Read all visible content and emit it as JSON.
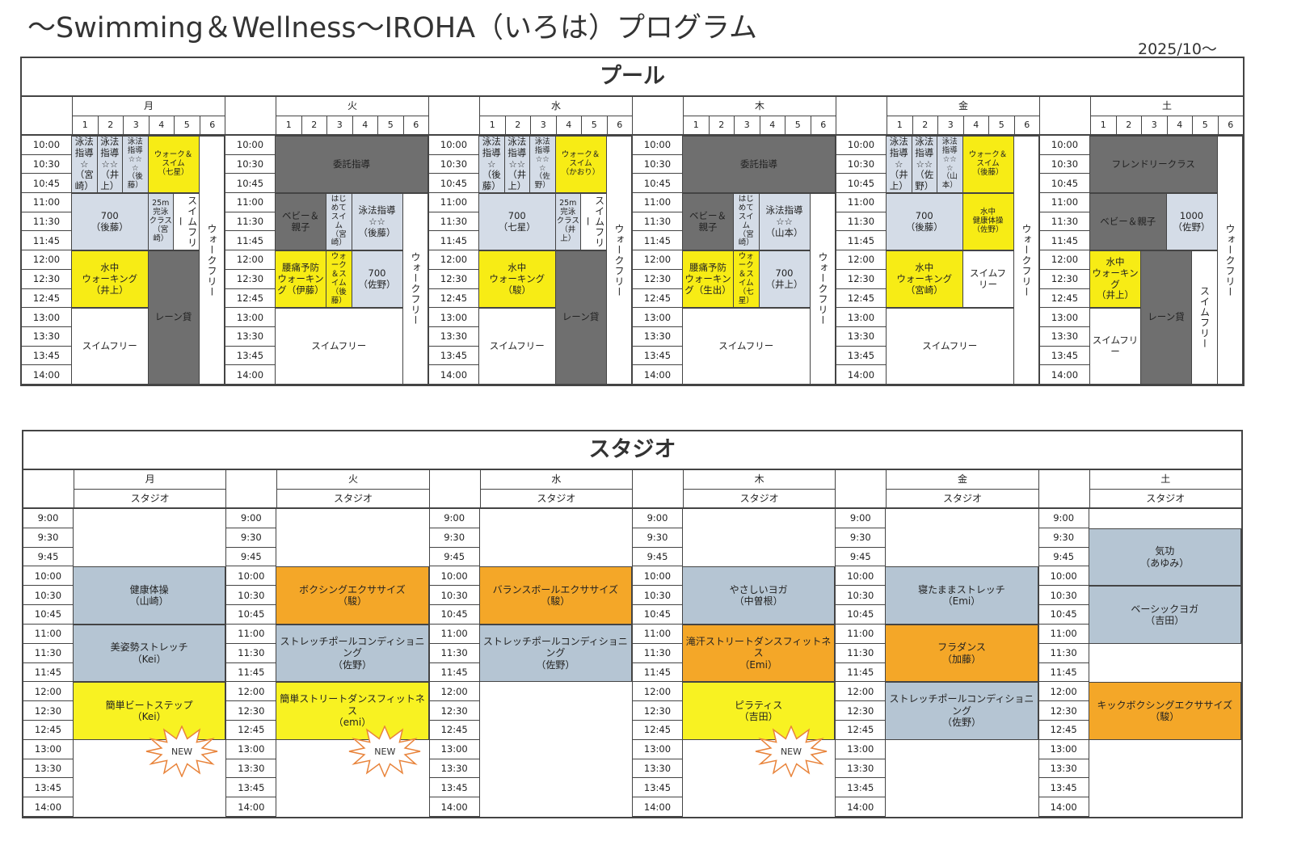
{
  "title": "～Swimming＆Wellness～IROHA（いろは）プログラム",
  "date": "2025/10～",
  "colors": {
    "blue": "#d4dce7",
    "yellow": "#f7ec15",
    "dark": "#6f6f6f",
    "white": "#ffffff",
    "sblue": "#b5c5d3",
    "orange": "#f4a728",
    "syellow": "#f8f222",
    "star": "#e8833a"
  },
  "pool": {
    "title": "プール",
    "lane_labels": [
      "1",
      "2",
      "3",
      "4",
      "5",
      "6"
    ],
    "times": [
      "10:00",
      "10:30",
      "10:45",
      "11:00",
      "11:30",
      "11:45",
      "12:00",
      "12:30",
      "12:45",
      "13:00",
      "13:30",
      "13:45",
      "14:00"
    ],
    "days": [
      {
        "name": "月",
        "blocks": [
          {
            "text": "泳法\n指導\n☆\n（宮\n崎）",
            "lanes": [
              1,
              1
            ],
            "from": "10:00",
            "to": "11:00",
            "color": "blue"
          },
          {
            "text": "泳法\n指導\n☆☆\n（井\n上）",
            "lanes": [
              2,
              2
            ],
            "from": "10:00",
            "to": "11:00",
            "color": "blue"
          },
          {
            "text": "泳法\n指導\n☆☆\n☆\n（後\n藤）",
            "lanes": [
              3,
              3
            ],
            "from": "10:00",
            "to": "11:00",
            "color": "blue",
            "small": true
          },
          {
            "text": "ウォーク＆\nスイム\n（七星）",
            "lanes": [
              4,
              5
            ],
            "from": "10:00",
            "to": "11:00",
            "color": "yellow",
            "small": true
          },
          {
            "text": "700\n（後藤）",
            "lanes": [
              1,
              3
            ],
            "from": "11:00",
            "to": "12:00",
            "color": "blue"
          },
          {
            "text": "25m\n完泳\nクラス\n（宮崎）",
            "lanes": [
              4,
              4
            ],
            "from": "11:00",
            "to": "12:00",
            "color": "blue",
            "small": true
          },
          {
            "text": "スイムフリー",
            "lanes": [
              5,
              5
            ],
            "from": "11:00",
            "to": "12:00",
            "color": "white",
            "vertical": true
          },
          {
            "text": "水中\nウォーキング\n（井上）",
            "lanes": [
              1,
              3
            ],
            "from": "12:00",
            "to": "13:00",
            "color": "yellow"
          },
          {
            "text": "レーン貸",
            "lanes": [
              4,
              5
            ],
            "from": "12:00",
            "to": "end",
            "color": "dark"
          },
          {
            "text": "スイムフリー",
            "lanes": [
              1,
              3
            ],
            "from": "13:00",
            "to": "end",
            "color": "white"
          },
          {
            "text": "ウォークフリー",
            "lanes": [
              6,
              6
            ],
            "from": "10:00",
            "to": "end",
            "color": "white",
            "vertical": true
          }
        ]
      },
      {
        "name": "火",
        "blocks": [
          {
            "text": "委託指導",
            "lanes": [
              1,
              6
            ],
            "from": "10:00",
            "to": "11:00",
            "color": "dark"
          },
          {
            "text": "ベビー＆\n親子",
            "lanes": [
              1,
              2
            ],
            "from": "11:00",
            "to": "12:00",
            "color": "dark"
          },
          {
            "text": "はじ\nめて\nスイ\nム\n（宮崎）",
            "lanes": [
              3,
              3
            ],
            "from": "11:00",
            "to": "12:00",
            "color": "blue",
            "small": true
          },
          {
            "text": "泳法指導\n☆☆\n（後藤）",
            "lanes": [
              4,
              5
            ],
            "from": "11:00",
            "to": "12:00",
            "color": "blue"
          },
          {
            "text": "腰痛予防\nウォーキン\nグ（伊藤）",
            "lanes": [
              1,
              2
            ],
            "from": "12:00",
            "to": "13:00",
            "color": "yellow"
          },
          {
            "text": "ウォ\nーク\n＆ス\nイム\n（後藤）",
            "lanes": [
              3,
              3
            ],
            "from": "12:00",
            "to": "13:00",
            "color": "yellow",
            "small": true
          },
          {
            "text": "700\n（佐野）",
            "lanes": [
              4,
              5
            ],
            "from": "12:00",
            "to": "13:00",
            "color": "blue"
          },
          {
            "text": "スイムフリー",
            "lanes": [
              1,
              5
            ],
            "from": "13:00",
            "to": "end",
            "color": "white"
          },
          {
            "text": "ウォークフリー",
            "lanes": [
              6,
              6
            ],
            "from": "11:00",
            "to": "end",
            "color": "white",
            "vertical": true
          }
        ]
      },
      {
        "name": "水",
        "blocks": [
          {
            "text": "泳法\n指導\n☆\n（後\n藤）",
            "lanes": [
              1,
              1
            ],
            "from": "10:00",
            "to": "11:00",
            "color": "blue"
          },
          {
            "text": "泳法\n指導\n☆☆\n（井\n上）",
            "lanes": [
              2,
              2
            ],
            "from": "10:00",
            "to": "11:00",
            "color": "blue"
          },
          {
            "text": "泳法\n指導\n☆☆\n☆\n（佐\n野）",
            "lanes": [
              3,
              3
            ],
            "from": "10:00",
            "to": "11:00",
            "color": "blue",
            "small": true
          },
          {
            "text": "ウォーク＆\nスイム\n（かおり）",
            "lanes": [
              4,
              5
            ],
            "from": "10:00",
            "to": "11:00",
            "color": "yellow",
            "small": true
          },
          {
            "text": "700\n（七星）",
            "lanes": [
              1,
              3
            ],
            "from": "11:00",
            "to": "12:00",
            "color": "blue"
          },
          {
            "text": "25m\n完泳\nクラス\n（井上）",
            "lanes": [
              4,
              4
            ],
            "from": "11:00",
            "to": "12:00",
            "color": "blue",
            "small": true
          },
          {
            "text": "スイムフリー",
            "lanes": [
              5,
              5
            ],
            "from": "11:00",
            "to": "12:00",
            "color": "white",
            "vertical": true
          },
          {
            "text": "水中\nウォーキング\n（駿）",
            "lanes": [
              1,
              3
            ],
            "from": "12:00",
            "to": "13:00",
            "color": "yellow"
          },
          {
            "text": "レーン貸",
            "lanes": [
              4,
              5
            ],
            "from": "12:00",
            "to": "end",
            "color": "dark"
          },
          {
            "text": "スイムフリー",
            "lanes": [
              1,
              3
            ],
            "from": "13:00",
            "to": "end",
            "color": "white"
          },
          {
            "text": "ウォークフリー",
            "lanes": [
              6,
              6
            ],
            "from": "10:00",
            "to": "end",
            "color": "white",
            "vertical": true
          }
        ]
      },
      {
        "name": "木",
        "blocks": [
          {
            "text": "委託指導",
            "lanes": [
              1,
              6
            ],
            "from": "10:00",
            "to": "11:00",
            "color": "dark"
          },
          {
            "text": "ベビー＆\n親子",
            "lanes": [
              1,
              2
            ],
            "from": "11:00",
            "to": "12:00",
            "color": "dark"
          },
          {
            "text": "はじ\nめて\nスイ\nム\n（宮崎）",
            "lanes": [
              3,
              3
            ],
            "from": "11:00",
            "to": "12:00",
            "color": "blue",
            "small": true
          },
          {
            "text": "泳法指導\n☆☆\n（山本）",
            "lanes": [
              4,
              5
            ],
            "from": "11:00",
            "to": "12:00",
            "color": "blue"
          },
          {
            "text": "腰痛予防\nウォーキン\nグ（生出）",
            "lanes": [
              1,
              2
            ],
            "from": "12:00",
            "to": "13:00",
            "color": "yellow"
          },
          {
            "text": "ウォ\nーク\n＆ス\nイム\n（七星）",
            "lanes": [
              3,
              3
            ],
            "from": "12:00",
            "to": "13:00",
            "color": "yellow",
            "small": true
          },
          {
            "text": "700\n（井上）",
            "lanes": [
              4,
              5
            ],
            "from": "12:00",
            "to": "13:00",
            "color": "blue"
          },
          {
            "text": "スイムフリー",
            "lanes": [
              1,
              5
            ],
            "from": "13:00",
            "to": "end",
            "color": "white"
          },
          {
            "text": "ウォークフリー",
            "lanes": [
              6,
              6
            ],
            "from": "11:00",
            "to": "end",
            "color": "white",
            "vertical": true
          }
        ]
      },
      {
        "name": "金",
        "blocks": [
          {
            "text": "泳法\n指導\n☆\n（井\n上）",
            "lanes": [
              1,
              1
            ],
            "from": "10:00",
            "to": "11:00",
            "color": "blue"
          },
          {
            "text": "泳法\n指導\n☆☆\n（佐\n野）",
            "lanes": [
              2,
              2
            ],
            "from": "10:00",
            "to": "11:00",
            "color": "blue"
          },
          {
            "text": "泳法\n指導\n☆☆\n☆\n（山\n本）",
            "lanes": [
              3,
              3
            ],
            "from": "10:00",
            "to": "11:00",
            "color": "blue",
            "small": true
          },
          {
            "text": "ウォーク＆\nスイム\n（後藤）",
            "lanes": [
              4,
              5
            ],
            "from": "10:00",
            "to": "11:00",
            "color": "yellow",
            "small": true
          },
          {
            "text": "700\n（後藤）",
            "lanes": [
              1,
              3
            ],
            "from": "11:00",
            "to": "12:00",
            "color": "blue"
          },
          {
            "text": "水中\n健康体操\n（佐野）",
            "lanes": [
              4,
              5
            ],
            "from": "11:00",
            "to": "12:00",
            "color": "yellow",
            "small": true
          },
          {
            "text": "水中\nウォーキング\n（宮崎）",
            "lanes": [
              1,
              3
            ],
            "from": "12:00",
            "to": "13:00",
            "color": "yellow"
          },
          {
            "text": "スイムフ\nリー",
            "lanes": [
              4,
              5
            ],
            "from": "12:00",
            "to": "13:00",
            "color": "white"
          },
          {
            "text": "スイムフリー",
            "lanes": [
              1,
              5
            ],
            "from": "13:00",
            "to": "end",
            "color": "white"
          },
          {
            "text": "ウォークフリー",
            "lanes": [
              6,
              6
            ],
            "from": "10:00",
            "to": "end",
            "color": "white",
            "vertical": true
          }
        ]
      },
      {
        "name": "土",
        "blocks": [
          {
            "text": "フレンドリークラス",
            "lanes": [
              1,
              5
            ],
            "from": "10:00",
            "to": "11:00",
            "color": "dark"
          },
          {
            "text": "ベビー＆親子",
            "lanes": [
              1,
              3
            ],
            "from": "11:00",
            "to": "12:00",
            "color": "dark"
          },
          {
            "text": "1000\n（佐野）",
            "lanes": [
              4,
              5
            ],
            "from": "11:00",
            "to": "12:00",
            "color": "blue"
          },
          {
            "text": "水中\nウォーキン\nグ\n（井上）",
            "lanes": [
              1,
              2
            ],
            "from": "12:00",
            "to": "13:00",
            "color": "yellow"
          },
          {
            "text": "レーン貸",
            "lanes": [
              3,
              4
            ],
            "from": "12:00",
            "to": "end",
            "color": "dark"
          },
          {
            "text": "スイムフリー",
            "lanes": [
              5,
              5
            ],
            "from": "12:00",
            "to": "end",
            "color": "white",
            "vertical": true
          },
          {
            "text": "スイムフリー",
            "lanes": [
              1,
              2
            ],
            "from": "13:00",
            "to": "end",
            "color": "white"
          },
          {
            "text": "ウォークフリー",
            "lanes": [
              6,
              6
            ],
            "from": "10:00",
            "to": "end",
            "color": "white",
            "vertical": true
          }
        ]
      }
    ]
  },
  "studio": {
    "title": "スタジオ",
    "room_label": "スタジオ",
    "new_label": "NEW",
    "times": [
      "9:00",
      "9:30",
      "9:45",
      "10:00",
      "10:30",
      "10:45",
      "11:00",
      "11:30",
      "11:45",
      "12:00",
      "12:30",
      "12:45",
      "13:00",
      "13:30",
      "13:45",
      "14:00"
    ],
    "days": [
      {
        "name": "月",
        "new": true,
        "blocks": [
          {
            "text": "健康体操\n（山崎）",
            "from": "10:00",
            "to": "11:00",
            "color": "sblue"
          },
          {
            "text": "美姿勢ストレッチ\n（Kei）",
            "from": "11:00",
            "to": "12:00",
            "color": "sblue"
          },
          {
            "text": "簡単ビートステップ\n（Kei）",
            "from": "12:00",
            "to": "13:00",
            "color": "syellow"
          }
        ]
      },
      {
        "name": "火",
        "new": true,
        "blocks": [
          {
            "text": "ボクシングエクササイズ\n（駿）",
            "from": "10:00",
            "to": "11:00",
            "color": "orange"
          },
          {
            "text": "ストレッチポールコンディショニング\n（佐野）",
            "from": "11:00",
            "to": "12:00",
            "color": "sblue"
          },
          {
            "text": "簡単ストリートダンスフィットネス\n（emi）",
            "from": "12:00",
            "to": "13:00",
            "color": "syellow"
          }
        ]
      },
      {
        "name": "水",
        "new": false,
        "blocks": [
          {
            "text": "バランスボールエクササイズ\n（駿）",
            "from": "10:00",
            "to": "11:00",
            "color": "orange"
          },
          {
            "text": "ストレッチポールコンディショニング\n（佐野）",
            "from": "11:00",
            "to": "12:00",
            "color": "sblue"
          }
        ]
      },
      {
        "name": "木",
        "new": true,
        "blocks": [
          {
            "text": "やさしいヨガ\n（中曽根）",
            "from": "10:00",
            "to": "11:00",
            "color": "sblue"
          },
          {
            "text": "滝汗ストリートダンスフィットネス\n（Emi）",
            "from": "11:00",
            "to": "12:00",
            "color": "orange"
          },
          {
            "text": "ピラティス\n（吉田）",
            "from": "12:00",
            "to": "13:00",
            "color": "syellow"
          }
        ]
      },
      {
        "name": "金",
        "new": false,
        "blocks": [
          {
            "text": "寝たままストレッチ\n（Emi）",
            "from": "10:00",
            "to": "11:00",
            "color": "sblue"
          },
          {
            "text": "フラダンス\n（加藤）",
            "from": "11:00",
            "to": "12:00",
            "color": "orange"
          },
          {
            "text": "ストレッチポールコンディショニング\n（佐野）",
            "from": "12:00",
            "to": "13:00",
            "color": "sblue"
          }
        ]
      },
      {
        "name": "土",
        "new": false,
        "blocks": [
          {
            "text": "気功\n（あゆみ）",
            "from": "9:30",
            "to": "10:30",
            "color": "sblue"
          },
          {
            "text": "ベーシックヨガ\n（吉田）",
            "from": "10:30",
            "to": "11:30",
            "color": "sblue"
          },
          {
            "text": "キックボクシングエクササイズ\n（駿）",
            "from": "12:00",
            "to": "13:00",
            "color": "orange"
          }
        ]
      }
    ]
  }
}
